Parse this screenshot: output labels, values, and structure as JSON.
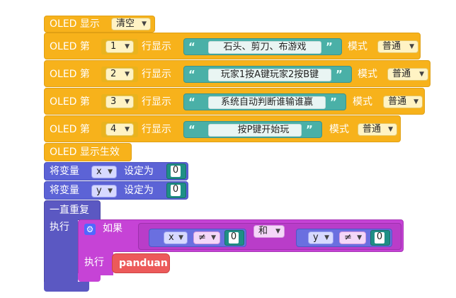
{
  "blocks": {
    "oled_display": {
      "label": "OLED 显示",
      "option": "清空"
    },
    "oled_rows": [
      {
        "label_prefix": "OLED 第",
        "row": "1",
        "label_mid": "行显示",
        "text": "石头、剪刀、布游戏",
        "mode_label": "模式",
        "mode": "普通"
      },
      {
        "label_prefix": "OLED 第",
        "row": "2",
        "label_mid": "行显示",
        "text": "玩家1按A键玩家2按B键",
        "mode_label": "模式",
        "mode": "普通"
      },
      {
        "label_prefix": "OLED 第",
        "row": "3",
        "label_mid": "行显示",
        "text": "系统自动判断谁输谁赢",
        "mode_label": "模式",
        "mode": "普通"
      },
      {
        "label_prefix": "OLED 第",
        "row": "4",
        "label_mid": "行显示",
        "text": "按P键开始玩",
        "mode_label": "模式",
        "mode": "普通"
      }
    ],
    "oled_apply": {
      "label": "OLED 显示生效"
    },
    "set_vars": [
      {
        "label": "将变量",
        "var": "x",
        "to_label": "设定为",
        "value": "0"
      },
      {
        "label": "将变量",
        "var": "y",
        "to_label": "设定为",
        "value": "0"
      }
    ],
    "forever": {
      "label": "一直重复",
      "do_label": "执行"
    },
    "if_block": {
      "if_label": "如果",
      "left": {
        "var": "x",
        "op": "≠",
        "value": "0"
      },
      "logic": "和",
      "right": {
        "var": "y",
        "op": "≠",
        "value": "0"
      },
      "do_label": "执行",
      "call": "panduan"
    }
  },
  "icons": {
    "gear": "gear-icon",
    "dropdown": "chevron-down-icon",
    "quote_open": "“",
    "quote_close": "”"
  },
  "colors": {
    "oled": "#f7b21b",
    "variable": "#5c63d6",
    "loop": "#5b58c2",
    "if": "#c643d6",
    "call": "#ec5a5a",
    "string": "#4ab0a7",
    "number": "#1f8f86"
  }
}
